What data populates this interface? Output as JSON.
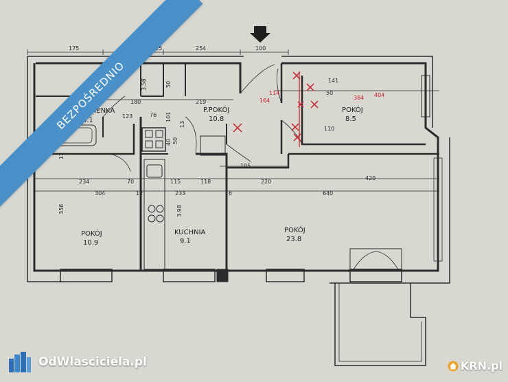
{
  "ribbon": {
    "text": "BEZPOŚREDNIO",
    "color": "#4a90c9"
  },
  "brand": {
    "name": "OdWlasciciela.pl",
    "color": "#2f6fb5"
  },
  "watermark": {
    "text": "KRN.pl"
  },
  "rooms": {
    "bathroom": {
      "name": "ŁAZIENKA",
      "area": "4.1"
    },
    "hall": {
      "name": "P.POKÓJ",
      "area": "10.8"
    },
    "room_ne": {
      "name": "POKÓJ",
      "area": "8.5"
    },
    "room_w": {
      "name": "POKÓJ",
      "area": "10.9"
    },
    "kitchen": {
      "name": "KUCHNIA",
      "area": "9.1"
    },
    "room_main": {
      "name": "POKÓJ",
      "area": "23.8"
    }
  },
  "dimensions": {
    "top": [
      "175",
      "40",
      "40",
      "25",
      "254",
      "100"
    ],
    "row2": [
      "116",
      "180",
      "219",
      "50",
      "141"
    ],
    "row3": [
      "123",
      "76",
      "110"
    ],
    "row4": [
      "105"
    ],
    "row5": [
      "234",
      "70",
      "115",
      "118",
      "220",
      "420"
    ],
    "row6": [
      "304",
      "12",
      "233",
      "6",
      "640"
    ],
    "vertical": [
      "12",
      "358",
      "3.98",
      "3.58",
      "50",
      "101",
      "50",
      "40",
      "13"
    ]
  },
  "red_marks": [
    "114",
    "164",
    "384",
    "404"
  ],
  "colors": {
    "paper": "#dedcd6",
    "ink": "#2b2b2b",
    "red": "#c8202a"
  }
}
